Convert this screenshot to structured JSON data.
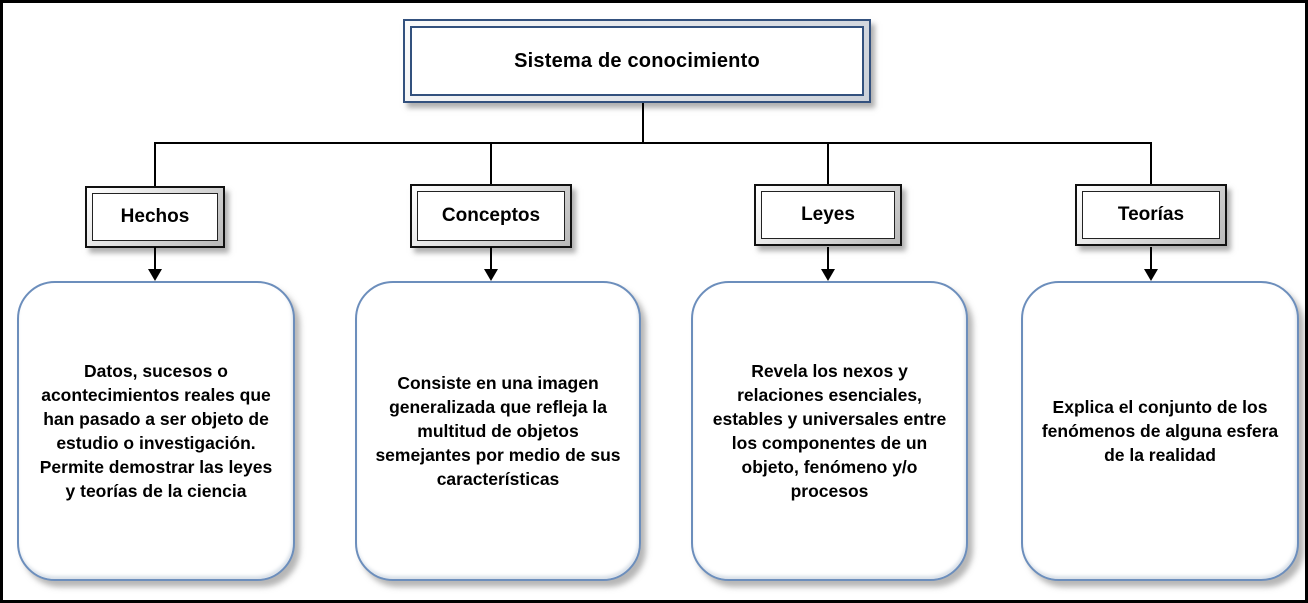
{
  "diagram": {
    "title": "Sistema de conocimiento"
  },
  "branches": [
    {
      "label": "Hechos",
      "description": "Datos, sucesos o acontecimientos reales que han pasado a ser objeto de estudio o investigación. Permite demostrar las leyes y teorías de la ciencia"
    },
    {
      "label": "Conceptos",
      "description": "Consiste en una imagen generalizada que refleja la multitud de objetos semejantes por medio de sus características"
    },
    {
      "label": "Leyes",
      "description": "Revela los nexos y relaciones esenciales, estables y universales entre los componentes de un objeto, fenómeno y/o procesos"
    },
    {
      "label": "Teorías",
      "description": "Explica el conjunto de los fenómenos de alguna esfera de la realidad"
    }
  ],
  "colors": {
    "frame_border": "#000000",
    "title_border": "#33517e",
    "label_border": "#111111",
    "description_border": "#6c8ebc",
    "connector": "#000000",
    "background": "#ffffff"
  }
}
